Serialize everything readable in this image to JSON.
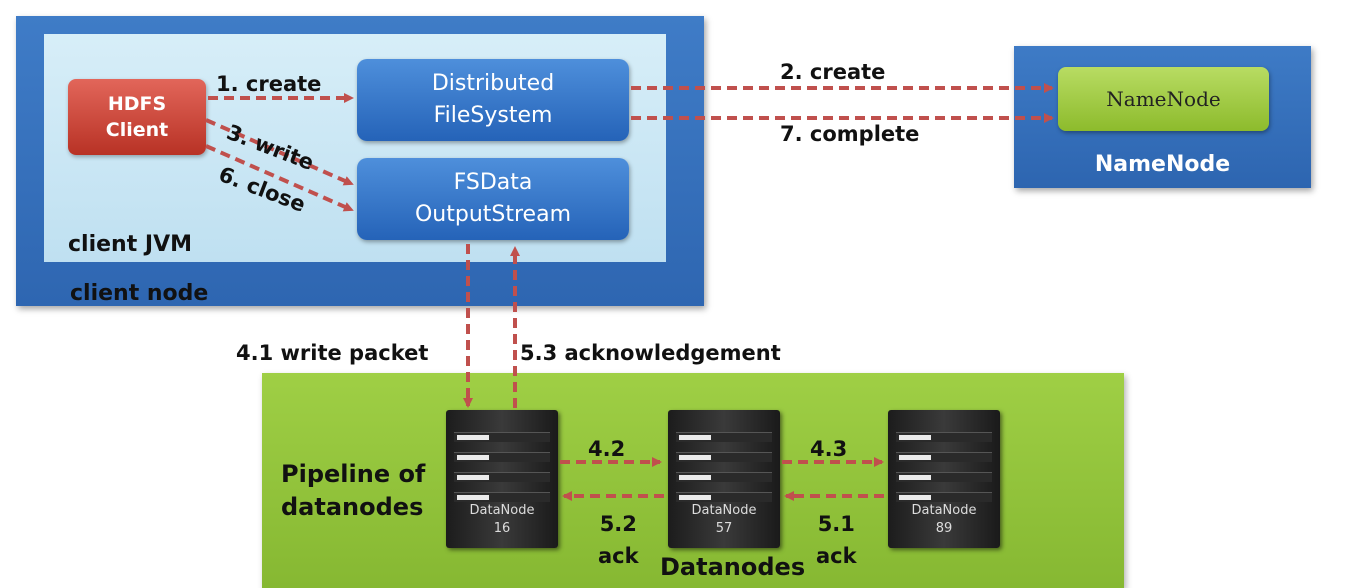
{
  "client_node": {
    "label": "client node",
    "jvm_label": "client JVM",
    "hdfs_client": [
      "HDFS",
      "Client"
    ],
    "distributed_fs": [
      "Distributed",
      "FileSystem"
    ],
    "fsdata_os": [
      "FSData",
      "OutputStream"
    ]
  },
  "namenode": {
    "inner_label": "NameNode",
    "outer_label": "NameNode"
  },
  "flows": {
    "create1": "1. create",
    "write3": "3. write",
    "close6": "6. close",
    "create2": "2. create",
    "complete7": "7. complete",
    "write_packet": "4.1 write packet",
    "ack53": "5.3 acknowledgement",
    "p42": "4.2",
    "p43": "4.3",
    "p52": [
      "5.2",
      "ack"
    ],
    "p51": [
      "5.1",
      "ack"
    ]
  },
  "datanodes": {
    "pipeline_label": [
      "Pipeline of",
      "datanodes"
    ],
    "area_label": "Datanodes",
    "nodes": [
      {
        "label": "DataNode",
        "id": "16"
      },
      {
        "label": "DataNode",
        "id": "57"
      },
      {
        "label": "DataNode",
        "id": "89"
      }
    ]
  },
  "colors": {
    "arrow": "#c0504d",
    "client_blue": "#2e66b1",
    "jvm_bg": "#c9e6f4",
    "datanode_green": "#93c43b",
    "namenode_green": "#9ccb3f",
    "hdfs_red": "#c0392b"
  }
}
